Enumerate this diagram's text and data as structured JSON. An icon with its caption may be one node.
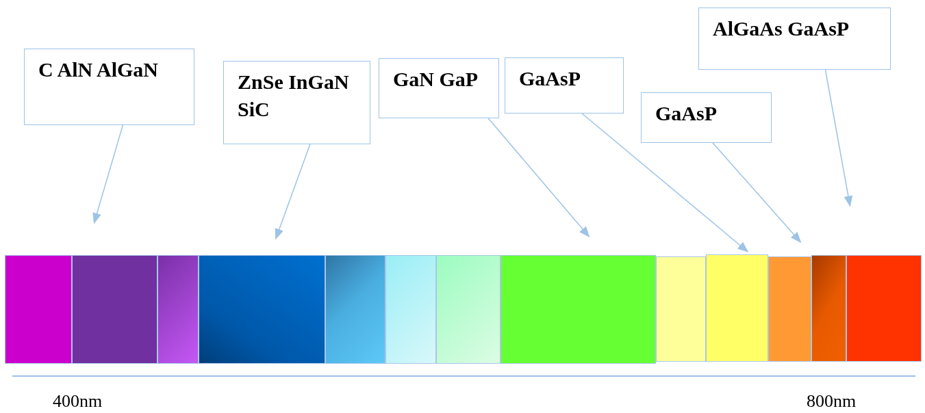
{
  "diagram": {
    "nodes": [
      {
        "text": [
          "C AlN AlGaN"
        ]
      },
      {
        "text": [
          "ZnSe InGaN SiC"
        ]
      },
      {
        "text": [
          "GaN GaP"
        ]
      },
      {
        "text": [
          "GaAsP"
        ]
      },
      {
        "text": [
          "GaAsP"
        ]
      },
      {
        "text": [
          "AlGaAs GaAsP"
        ]
      },
      {
        "text": [],
        "shape": "box"
      },
      {
        "text": [],
        "shape": "box"
      },
      {
        "text": [],
        "shape": "box"
      },
      {
        "text": [],
        "shape": "box"
      },
      {
        "text": [],
        "shape": "box"
      },
      {
        "text": [],
        "shape": "box"
      },
      {
        "text": [],
        "shape": "box"
      },
      {
        "text": [],
        "shape": "box"
      },
      {
        "text": [],
        "shape": "box"
      },
      {
        "text": [],
        "shape": "box"
      },
      {
        "text": [],
        "shape": "box"
      },
      {
        "text": [],
        "shape": "box"
      },
      {
        "text": [],
        "shape": "box"
      }
    ],
    "edges": [
      {
        "from": 0,
        "to": 7,
        "arrow": "to"
      },
      {
        "from": 1,
        "to": 9,
        "arrow": "to"
      },
      {
        "from": 2,
        "to": 13,
        "arrow": "to"
      },
      {
        "from": 3,
        "to": 15,
        "arrow": "to"
      },
      {
        "from": 4,
        "to": 16,
        "arrow": "to"
      },
      {
        "from": 5,
        "to": 18,
        "arrow": "to"
      }
    ],
    "labels": [
      "400nm",
      "800nm"
    ]
  }
}
